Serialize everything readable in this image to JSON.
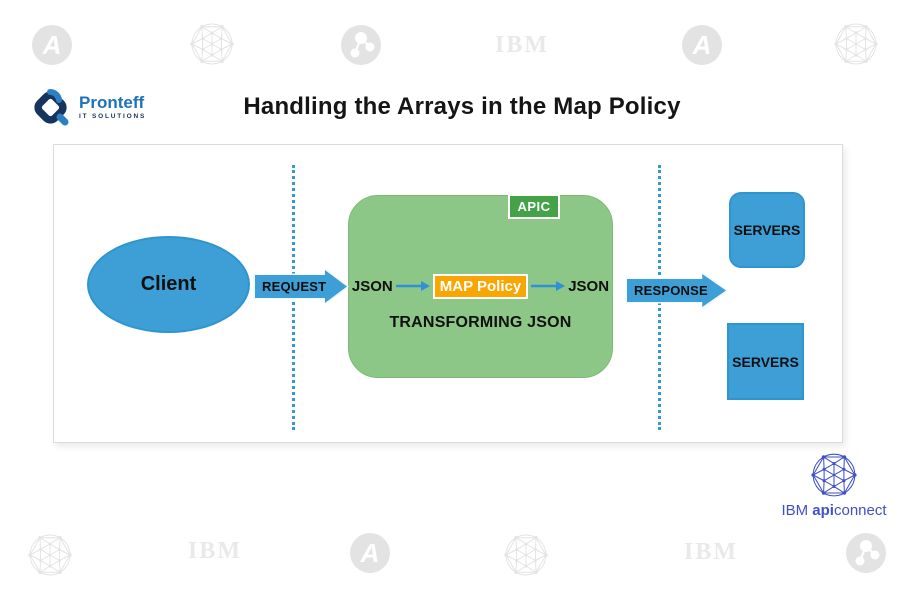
{
  "header": {
    "logo": {
      "name": "Pronteff",
      "tagline": "IT SOLUTIONS"
    },
    "title": "Handling the Arrays in the Map Policy"
  },
  "watermarks": {
    "ibm": "IBM",
    "a_letter": "A"
  },
  "diagram": {
    "client_label": "Client",
    "request_label": "REQUEST",
    "apic_badge": "APIC",
    "json_in": "JSON",
    "map_policy": "MAP Policy",
    "json_out": "JSON",
    "transforming": "TRANSFORMING JSON",
    "response_label": "RESPONSE",
    "servers_top": "SERVERS",
    "servers_bottom": "SERVERS"
  },
  "footer_logo": {
    "ibm": "IBM",
    "api": "api",
    "connect": "connect"
  },
  "colors": {
    "shape_blue": "#3D9FD6",
    "green_box": "#8CC787",
    "apic_green": "#44A348",
    "map_orange": "#F9A602",
    "dotted_blue": "#2E9BD6",
    "ibm_blue": "#4050C8",
    "pronteff_blue": "#1C73B9",
    "pronteff_navy": "#16355E",
    "watermark_gray": "#E4E4E4"
  }
}
